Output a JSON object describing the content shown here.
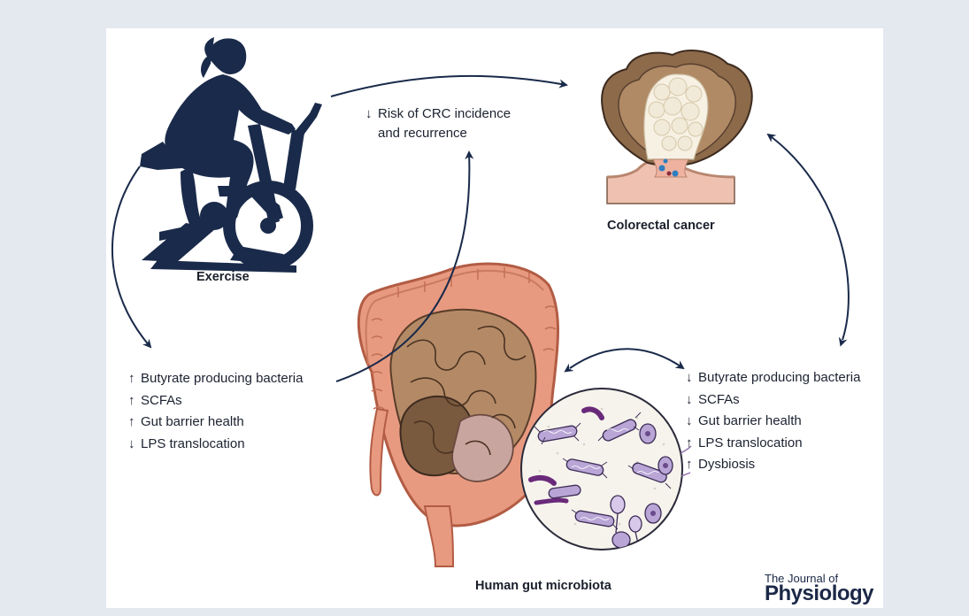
{
  "labels": {
    "exercise": "Exercise",
    "colorectal_cancer": "Colorectal cancer",
    "gut_microbiota": "Human gut microbiota"
  },
  "risk": {
    "arrow": "↓",
    "line1": "Risk of CRC incidence",
    "line2": "and recurrence"
  },
  "left_effects": [
    {
      "arrow": "↑",
      "text": "Butyrate producing bacteria"
    },
    {
      "arrow": "↑",
      "text": "SCFAs"
    },
    {
      "arrow": "↑",
      "text": "Gut barrier health"
    },
    {
      "arrow": "↓",
      "text": "LPS translocation"
    }
  ],
  "right_effects": [
    {
      "arrow": "↓",
      "text": "Butyrate producing bacteria"
    },
    {
      "arrow": "↓",
      "text": "SCFAs"
    },
    {
      "arrow": "↓",
      "text": "Gut barrier health"
    },
    {
      "arrow": "↑",
      "text": "LPS translocation"
    },
    {
      "arrow": "↑",
      "text": "Dysbiosis"
    }
  ],
  "brand": {
    "line1": "The Journal of",
    "line2": "Physiology"
  },
  "colors": {
    "navy": "#1a2a4a",
    "tumor_brown": "#8c6a4a",
    "tissue_pink": "#e9b8a6",
    "colon_salmon": "#e89a80",
    "bacteria_purple": "#8e6aa6",
    "background": "#e4e9f0"
  }
}
